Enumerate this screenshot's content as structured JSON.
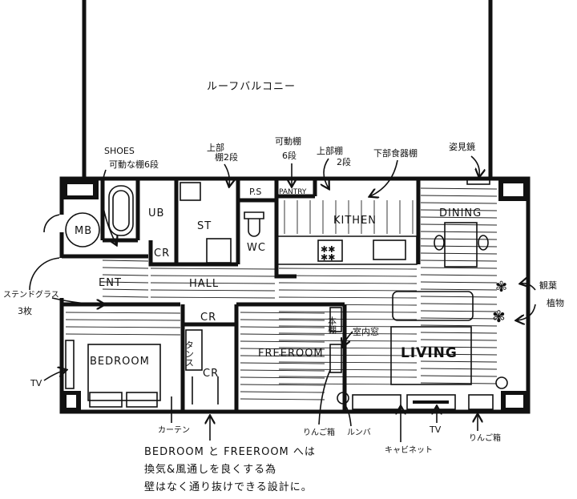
{
  "title_area": {
    "balcony": "ルーフバルコニー"
  },
  "rooms": {
    "mb": "MB",
    "ub": "UB",
    "st": "ST",
    "wc": "WC",
    "ps": "P.S",
    "pantry": "PANTRY",
    "kitchen": "KITHEN",
    "dining": "DINING",
    "cr_small": "CR",
    "ent": "ENT",
    "hall": "HALL",
    "cr_upper": "CR",
    "cr_lower": "CR",
    "tansu": "タンス",
    "bedroom": "BEDROOM",
    "freeroom": "FREEROOM",
    "living": "LIVING",
    "bookshelf": "本棚"
  },
  "annotations": {
    "shoes": "SHOES",
    "shoes_shelf": "可動な棚6段",
    "upper_shelf_st_1": "上部",
    "upper_shelf_st_2": "棚2段",
    "pantry_shelf_1": "可動棚",
    "pantry_shelf_2": "6段",
    "kitchen_upper_1": "上部棚",
    "kitchen_upper_2": "2段",
    "kitchen_lower": "下部食器棚",
    "mirror": "姿見鏡",
    "plants_1": "観葉",
    "plants_2": "植物",
    "stained_glass_1": "ステンドグラス",
    "stained_glass_2": "3枚",
    "tv_bedroom": "TV",
    "curtain": "カーテン",
    "apple_box_1": "りんご箱",
    "roomba": "ルンバ",
    "cabinet": "キャビネット",
    "tv_living": "TV",
    "apple_box_2": "りんご箱",
    "indoor_window": "室内窓"
  },
  "note": {
    "line1": "BEDROOM と FREEROOM へは",
    "line2": "換気&風通しを良くする為",
    "line3": "壁はなく通り抜けできる設計に。"
  }
}
